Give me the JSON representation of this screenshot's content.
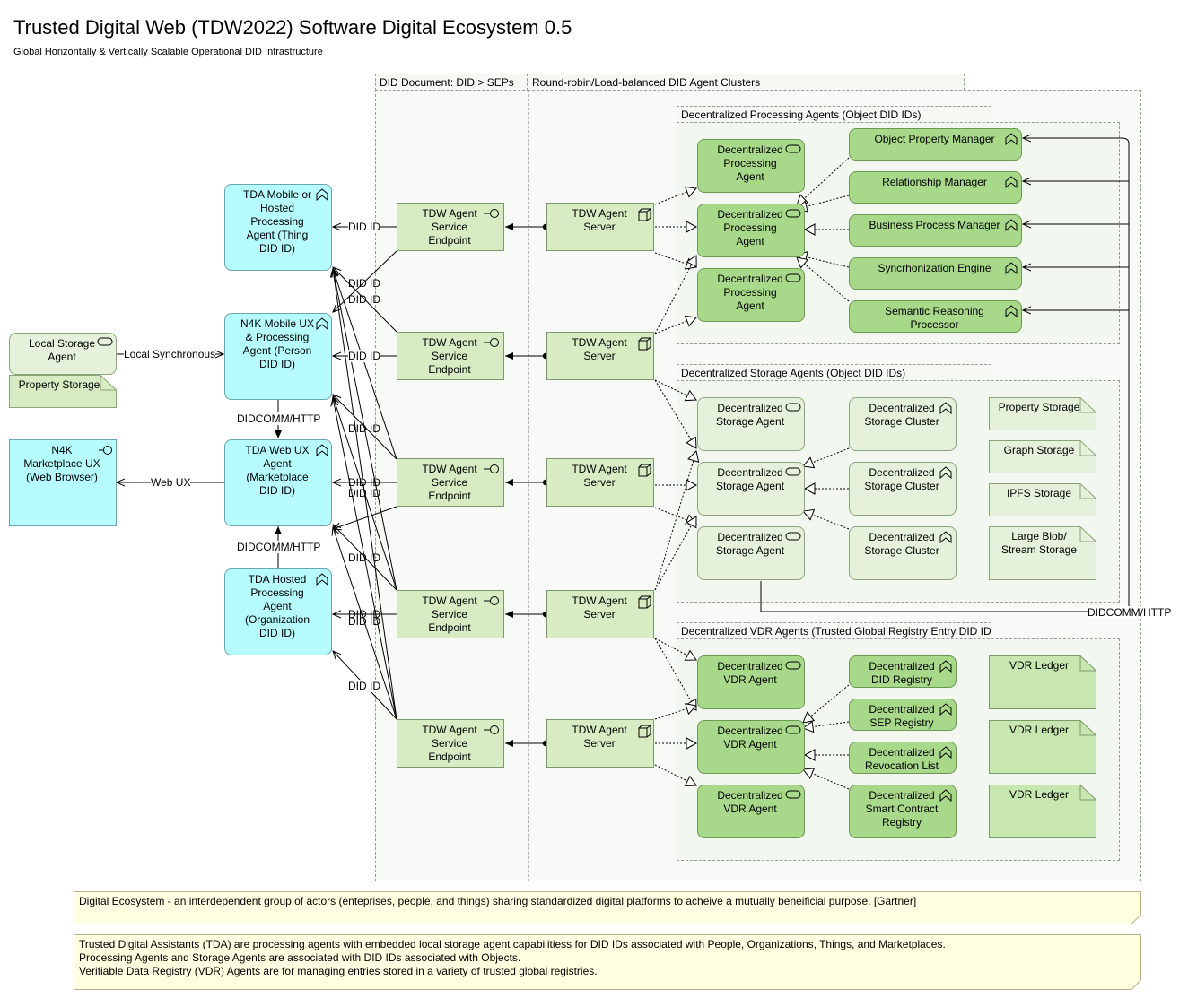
{
  "header": {
    "title": "Trusted Digital Web (TDW2022) Software Digital Ecosystem 0.5",
    "subtitle": "Global Horizontally & Vertically Scalable Operational DID Infrastructure"
  },
  "groups": {
    "sep_group": "DID Document: DID > SEPs",
    "cluster_group": "Round-robin/Load-balanced DID Agent Clusters",
    "processing_group": "Decentralized Processing Agents (Object DID IDs)",
    "storage_group": "Decentralized Storage Agents (Object DID IDs)",
    "vdr_group": "Decentralized VDR Agents (Trusted Global Registry Entry DID IDs)"
  },
  "left": {
    "local_storage_agent": "Local Storage Agent",
    "property_storage": "Property Storage",
    "n4k_marketplace": "N4K Marketplace UX (Web Browser)",
    "tda_thing": "TDA Mobile or Hosted Processing Agent (Thing DID ID)",
    "n4k_person": "N4K Mobile UX & Processing Agent (Person DID ID)",
    "tda_marketplace": "TDA Web UX Agent (Marketplace DID ID)",
    "tda_org": "TDA Hosted Processing Agent (Organization DID ID)"
  },
  "edge_labels": {
    "local_sync": "Local Synchronous",
    "web_ux": "Web UX",
    "didcomm_1": "DIDCOMM/HTTP",
    "didcomm_2": "DIDCOMM/HTTP",
    "didcomm_right": "DIDCOMM/HTTP",
    "did_id": "DID ID"
  },
  "sep_label": "TDW Agent Service Endpoint",
  "server_label": "TDW Agent Server",
  "processing": {
    "agent": "Decentralized Processing Agent",
    "managers": [
      "Object Property Manager",
      "Relationship Manager",
      "Business Process Manager",
      "Syncrhonization Engine",
      "Semantic Reasoning Processor"
    ]
  },
  "storage": {
    "agent": "Decentralized Storage Agent",
    "cluster": "Decentralized Storage Cluster",
    "stores": [
      "Property Storage",
      "Graph Storage",
      "IPFS Storage",
      "Large Blob/ Stream Storage"
    ]
  },
  "vdr": {
    "agent": "Decentralized VDR Agent",
    "registries": [
      "Decentralized DID Registry",
      "Decentralized SEP  Registry",
      "Decentralized Revocation List",
      "Decentralized Smart Contract Registry"
    ],
    "ledger": "VDR Ledger"
  },
  "notes": {
    "ecosystem": "Digital Ecosystem - an interdependent group of actors (enteprises, people, and things) sharing standardized digital platforms to acheive a mutually beneificial purpose. [Gartner]",
    "tda_line1": "Trusted Digital Assistants (TDA) are processing agents with embedded local storage agent capabilitiess for DID IDs associated with People, Organizations, Things, and Marketplaces.",
    "tda_line2": "Processing Agents and Storage Agents are associated with DID IDs associated with Objects.",
    "tda_line3": "Verifiable Data Registry (VDR) Agents are for managing entries stored in a variety of trusted global registries."
  },
  "colors": {
    "tda_cyan": "#b6fcff",
    "tdw_light_green": "#d7ecc3",
    "processing_green": "#a8d88a",
    "storage_pale_green": "#e6f1dc",
    "note_yellow": "#ffffe1"
  }
}
